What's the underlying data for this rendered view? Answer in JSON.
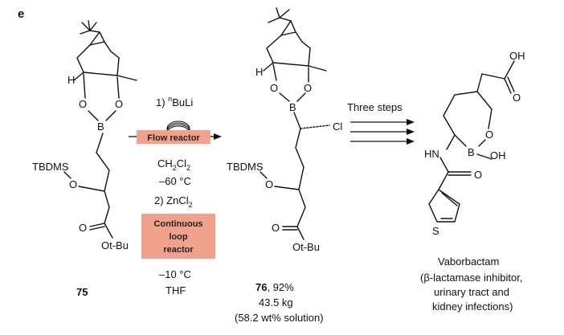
{
  "panel_label": "e",
  "start": {
    "compound_number": "75",
    "atoms": {
      "h": "H",
      "o1": "O",
      "o2": "O",
      "b": "B",
      "tbdms": "TBDMS",
      "o_ether": "O",
      "o_carbonyl": "O",
      "o_tbu": "Ot-Bu"
    }
  },
  "conditions": {
    "step1": {
      "label": "1) ",
      "sup": "n",
      "reagent": "BuLi"
    },
    "flow_reactor": "Flow reactor",
    "solvent": {
      "main": "CH",
      "sub1": "2",
      "main2": "Cl",
      "sub2": "2"
    },
    "temp1": "–60 °C",
    "step2": {
      "label": "2) ZnCl",
      "sub": "2"
    },
    "loop_reactor": [
      "Continuous",
      "loop",
      "reactor"
    ],
    "temp2": "–10 °C",
    "solvent2": "THF"
  },
  "product": {
    "compound_number": "76",
    "yield": ", 92%",
    "mass": "43.5 kg",
    "solution": "(58.2 wt% solution)",
    "atoms": {
      "h": "H",
      "o1": "O",
      "o2": "O",
      "b": "B",
      "cl": "Cl",
      "tbdms": "TBDMS",
      "o_ether": "O",
      "o_carbonyl": "O",
      "o_tbu": "Ot-Bu"
    }
  },
  "three_steps": "Three steps",
  "final": {
    "name": "Vaborbactam",
    "desc": [
      "(β-lactamase inhibitor,",
      "urinary tract and",
      "kidney infections)"
    ],
    "atoms": {
      "oh_top": "OH",
      "o_acid": "O",
      "o_ring": "O",
      "b": "B",
      "oh_b": "OH",
      "hn": "HN",
      "o_amide": "O",
      "s": "S"
    }
  }
}
